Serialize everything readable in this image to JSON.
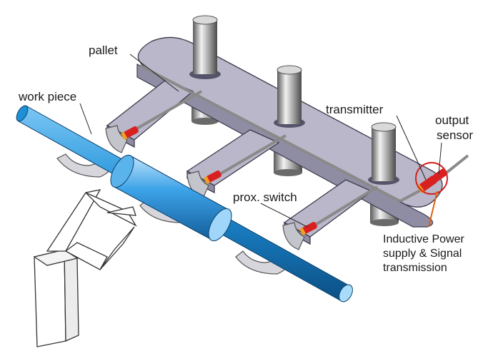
{
  "labels": {
    "pallet": "pallet",
    "work_piece": "work piece",
    "transmitter": "transmitter",
    "output_sensor_line1": "output",
    "output_sensor_line2": "sensor",
    "prox_switch": "prox. switch",
    "inductive_line1": "Inductive Power",
    "inductive_line2": "supply & Signal",
    "inductive_line3": "transmission"
  },
  "colors": {
    "pallet_fill": "#b9b7c9",
    "pallet_side": "#8f8da3",
    "pallet_edge": "#3c3a4a",
    "cable": "#8a8a8a",
    "workpiece": "#1e90d8",
    "workpiece_dark": "#0b5a96",
    "sleeve": "#3da3e8",
    "switch_red": "#d92020",
    "switch_orange": "#f0a020",
    "highlight_circle": "#d62020"
  }
}
